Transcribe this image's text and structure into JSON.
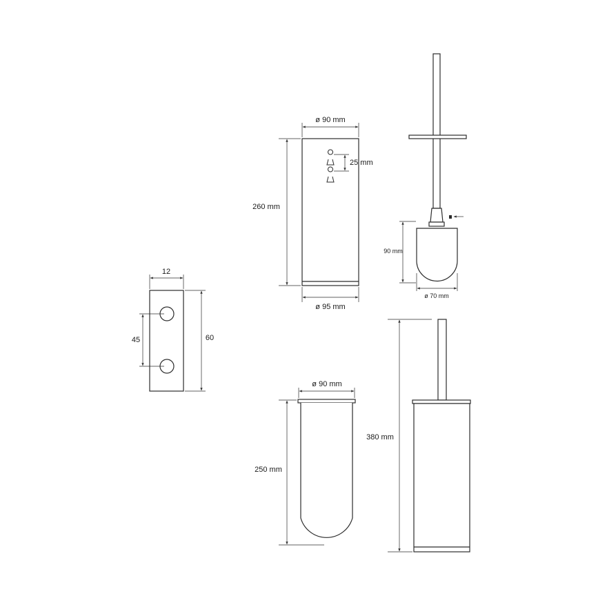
{
  "bracket": {
    "width_label": "12",
    "hole_spacing_label": "45",
    "height_label": "60"
  },
  "holder": {
    "diameter_top_label": "ø 90 mm",
    "keyhole_spacing_label": "25 mm",
    "height_label": "260 mm",
    "diameter_bottom_label": "ø 95 mm"
  },
  "brush": {
    "head_height_label": "90 mm",
    "head_diameter_label": "ø 70 mm"
  },
  "insert": {
    "diameter_label": "ø 90 mm",
    "height_label": "250 mm"
  },
  "assembly": {
    "height_label": "380 mm"
  }
}
